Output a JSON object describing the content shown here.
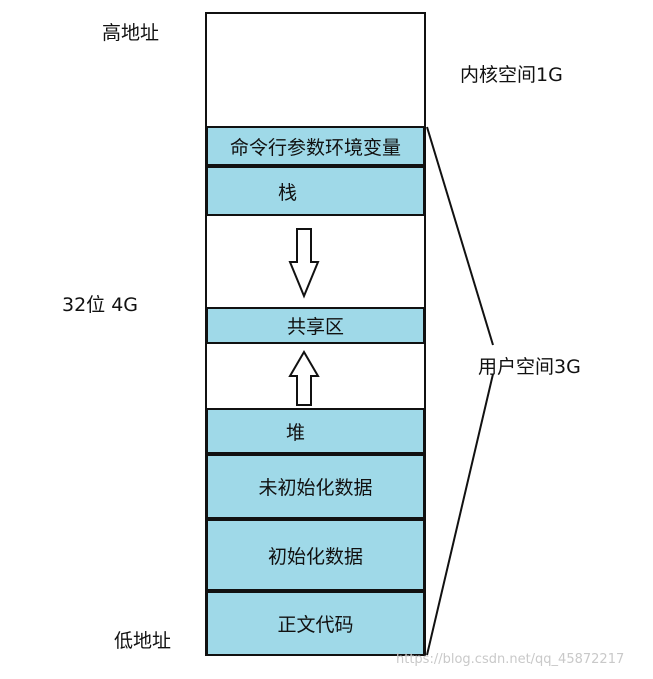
{
  "left_labels": {
    "high_address": "高地址",
    "bits": "32位 4G",
    "low_address": "低地址"
  },
  "right_labels": {
    "kernel_space": "内核空间1G",
    "user_space": "用户空间3G"
  },
  "segments": {
    "cmdline_env": "命令行参数环境变量",
    "stack": "栈",
    "shared": "共享区",
    "heap": "堆",
    "bss": "未初始化数据",
    "data": "初始化数据",
    "text": "正文代码"
  },
  "colors": {
    "segment_fill": "#9fd9e8",
    "border": "#111111"
  },
  "watermark": "https://blog.csdn.net/qq_45872217"
}
